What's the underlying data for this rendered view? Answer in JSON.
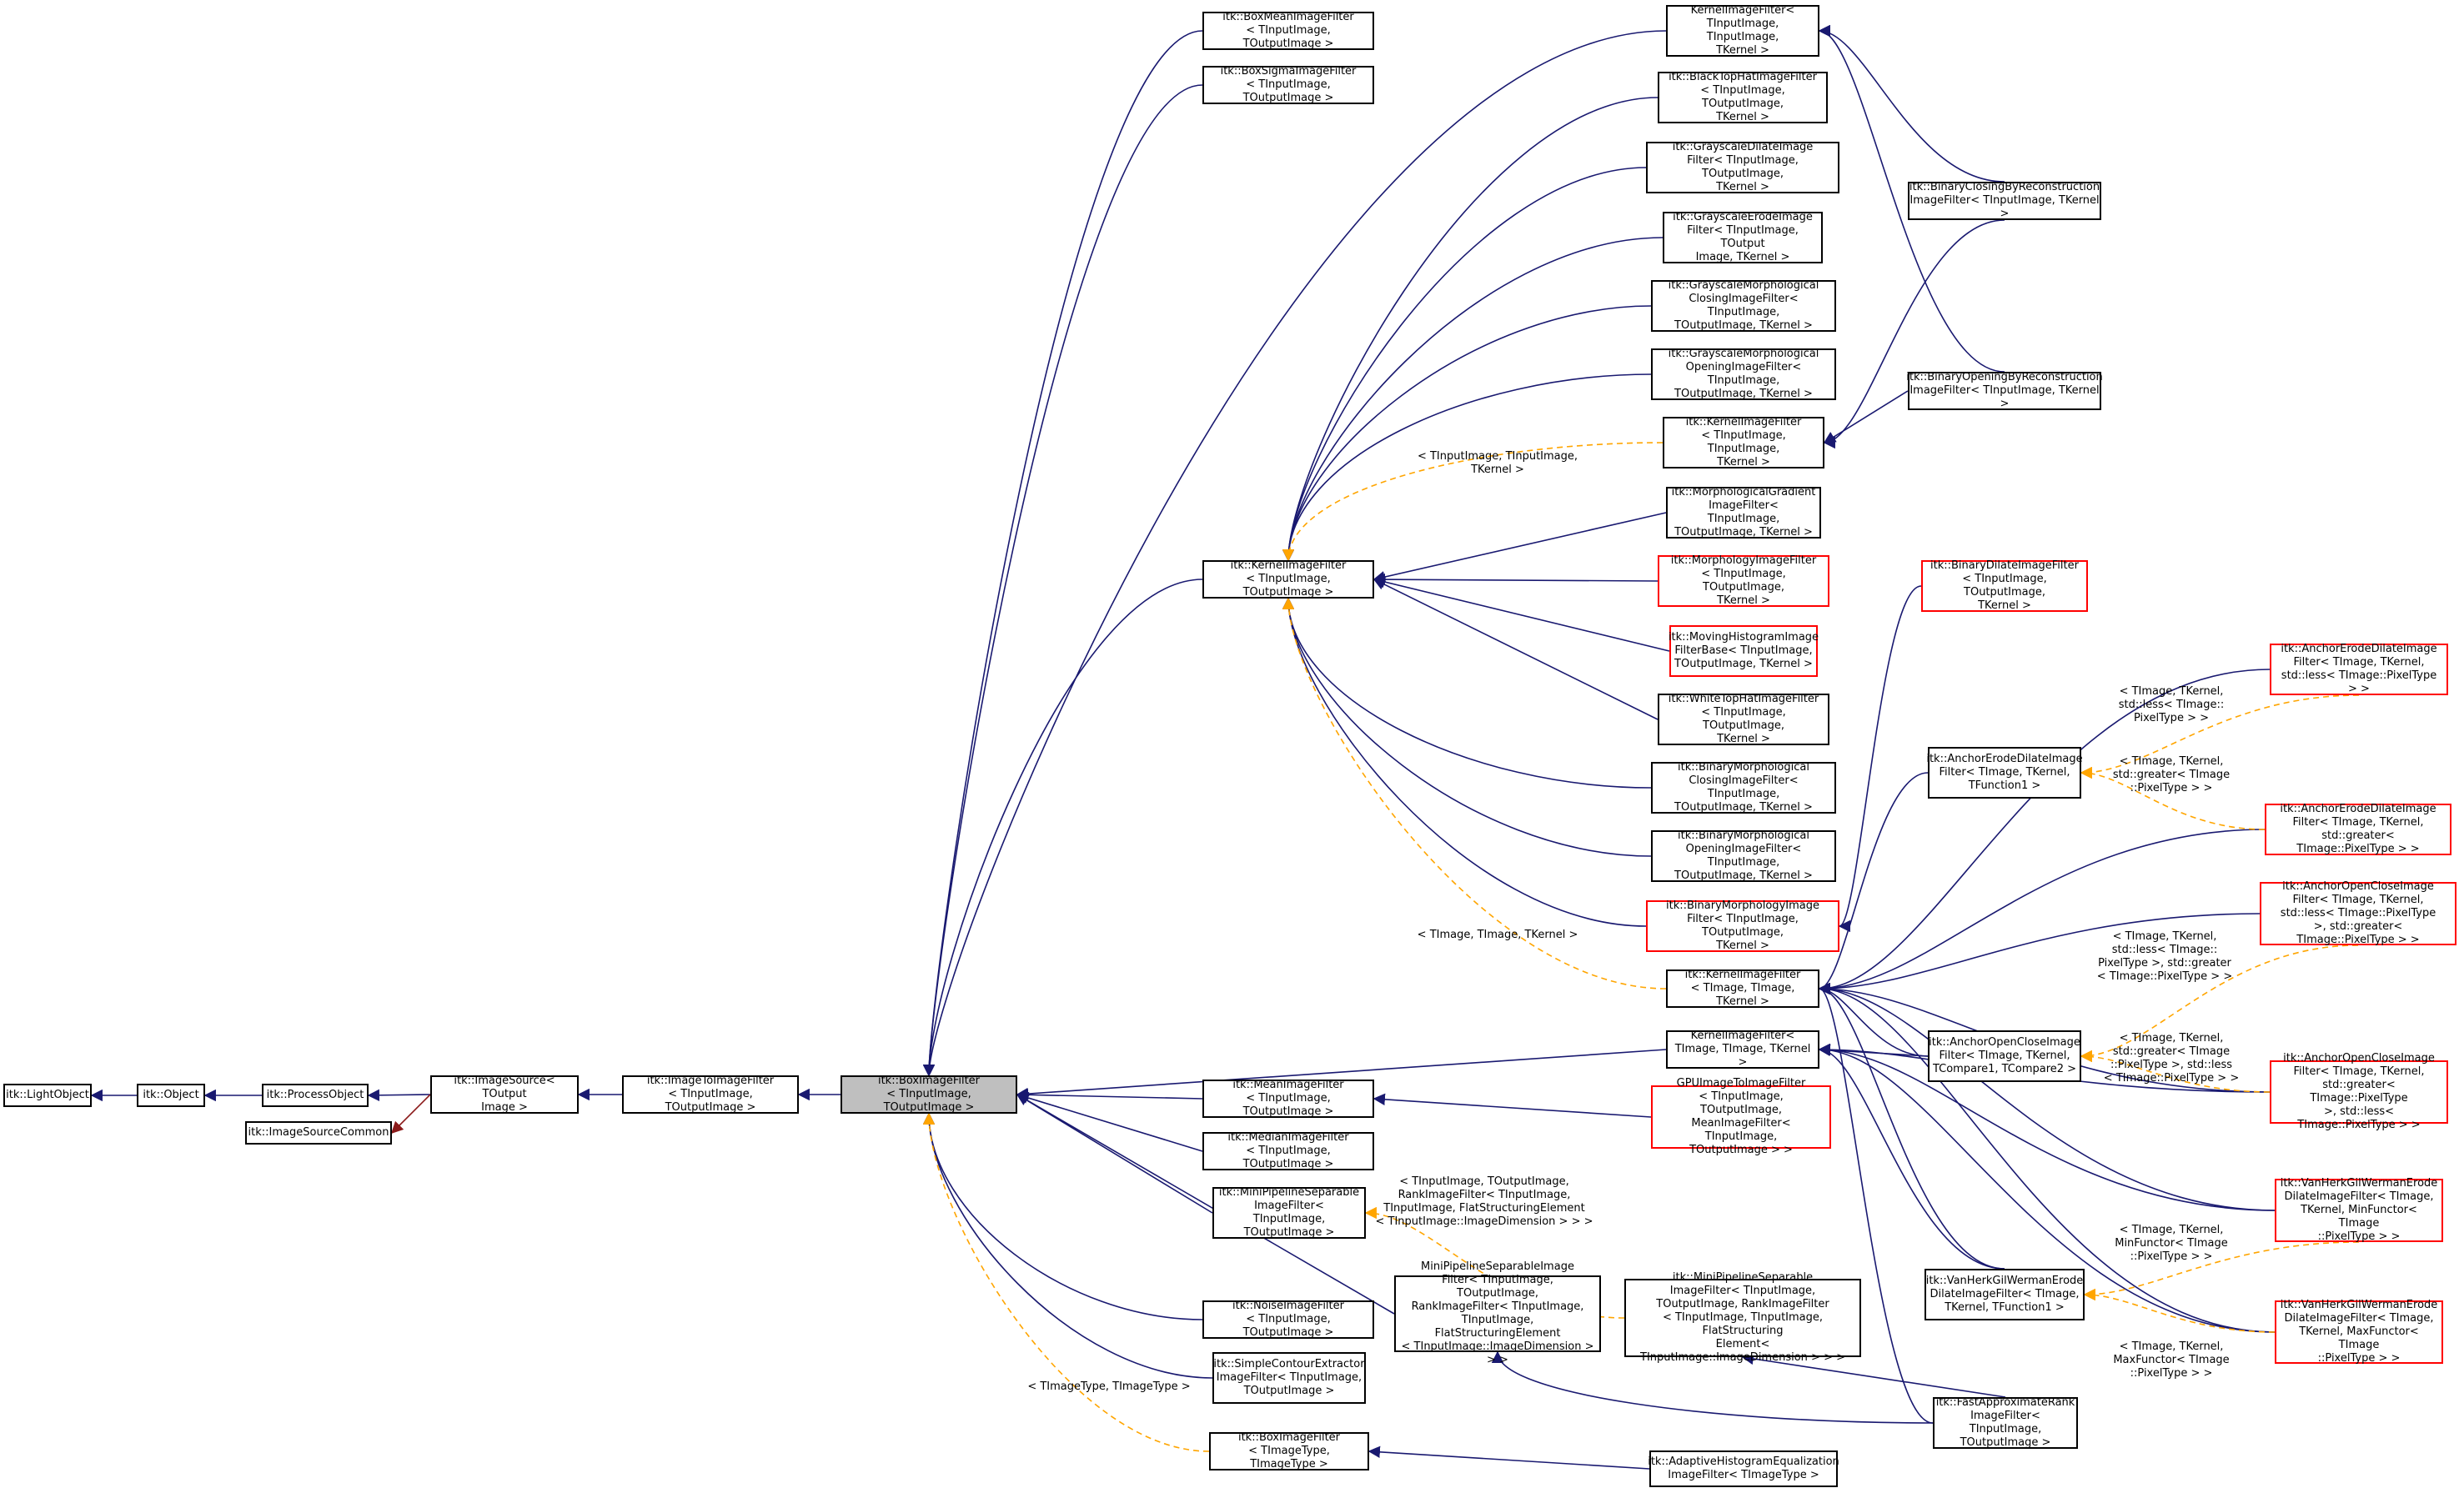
{
  "diagram": {
    "colors": {
      "inherit": "#191970",
      "template": "#ffa500",
      "red_edge": "#8b1a1a",
      "red_border": "#ff0000",
      "highlight": "#bfbfbf"
    },
    "nodes": [
      {
        "id": "lightobject",
        "label": "itk::LightObject"
      },
      {
        "id": "object",
        "label": "itk::Object"
      },
      {
        "id": "processobject",
        "label": "itk::ProcessObject"
      },
      {
        "id": "imagesource",
        "label": "itk::ImageSource< TOutput\nImage >"
      },
      {
        "id": "imagesourcecommon",
        "label": "itk::ImageSourceCommon"
      },
      {
        "id": "imagetoimage",
        "label": "itk::ImageToImageFilter\n< TInputImage, TOutputImage >"
      },
      {
        "id": "boximage",
        "label": "itk::BoxImageFilter\n< TInputImage, TOutputImage >"
      },
      {
        "id": "boxmean",
        "label": "itk::BoxMeanImageFilter\n< TInputImage, TOutputImage >"
      },
      {
        "id": "boxsigma",
        "label": "itk::BoxSigmaImageFilter\n< TInputImage, TOutputImage >"
      },
      {
        "id": "kernel_ot",
        "label": "itk::KernelImageFilter\n< TInputImage, TOutputImage >"
      },
      {
        "id": "meanimage",
        "label": "itk::MeanImageFilter\n< TInputImage, TOutputImage >"
      },
      {
        "id": "medianimage",
        "label": "itk::MedianImageFilter\n< TInputImage, TOutputImage >"
      },
      {
        "id": "minipipe",
        "label": "itk::MiniPipelineSeparable\nImageFilter< TInputImage,\nTOutputImage >"
      },
      {
        "id": "noiseimage",
        "label": "itk::NoiseImageFilter\n< TInputImage, TOutputImage >"
      },
      {
        "id": "simplecontour",
        "label": "itk::SimpleContourExtractor\nImageFilter< TInputImage,\nTOutputImage >"
      },
      {
        "id": "box_tt",
        "label": "itk::BoxImageFilter\n< TImageType, TImageType >"
      },
      {
        "id": "kernel_tik_top",
        "label": "KernelImageFilter<\nTInputImage, TInputImage,\nTKernel >"
      },
      {
        "id": "blacktophat",
        "label": "itk::BlackTopHatImageFilter\n< TInputImage, TOutputImage,\nTKernel >"
      },
      {
        "id": "grayscaledilate",
        "label": "itk::GrayscaleDilateImage\nFilter< TInputImage, TOutputImage,\nTKernel >"
      },
      {
        "id": "grayscaleerode",
        "label": "itk::GrayscaleErodeImage\nFilter< TInputImage, TOutput\nImage, TKernel >"
      },
      {
        "id": "grayscaleclosing",
        "label": "itk::GrayscaleMorphological\nClosingImageFilter< TInputImage,\nTOutputImage, TKernel >"
      },
      {
        "id": "grayscaleopening",
        "label": "itk::GrayscaleMorphological\nOpeningImageFilter< TInputImage,\nTOutputImage, TKernel >"
      },
      {
        "id": "kernel_tik",
        "label": "itk::KernelImageFilter\n< TInputImage, TInputImage,\nTKernel >"
      },
      {
        "id": "morphgradient",
        "label": "itk::MorphologicalGradient\nImageFilter< TInputImage,\nTOutputImage, TKernel >"
      },
      {
        "id": "morphology",
        "label": "itk::MorphologyImageFilter\n< TInputImage, TOutputImage,\nTKernel >",
        "red": true
      },
      {
        "id": "movinghist",
        "label": "itk::MovingHistogramImage\nFilterBase< TInputImage,\nTOutputImage, TKernel >",
        "red": true
      },
      {
        "id": "whitetophat",
        "label": "itk::WhiteTopHatImageFilter\n< TInputImage, TOutputImage,\nTKernel >"
      },
      {
        "id": "binmorphclosing",
        "label": "itk::BinaryMorphological\nClosingImageFilter< TInputImage,\nTOutputImage, TKernel >"
      },
      {
        "id": "binmorphopening",
        "label": "itk::BinaryMorphological\nOpeningImageFilter< TInputImage,\nTOutputImage, TKernel >"
      },
      {
        "id": "binmorphimage",
        "label": "itk::BinaryMorphologyImage\nFilter< TInputImage, TOutputImage,\nTKernel >",
        "red": true
      },
      {
        "id": "kernel_ttt",
        "label": "itk::KernelImageFilter\n< TImage, TImage, TKernel >"
      },
      {
        "id": "kernel_ttt_plain",
        "label": "KernelImageFilter<\nTImage, TImage, TKernel >"
      },
      {
        "id": "binclosingrecon",
        "label": "itk::BinaryClosingByReconstruction\nImageFilter< TInputImage, TKernel >"
      },
      {
        "id": "binopeningrecon",
        "label": "itk::BinaryOpeningByReconstruction\nImageFilter< TInputImage, TKernel >"
      },
      {
        "id": "bindilate",
        "label": "itk::BinaryDilateImageFilter\n< TInputImage, TOutputImage,\nTKernel >",
        "red": true
      },
      {
        "id": "anchorerodedilate",
        "label": "itk::AnchorErodeDilateImage\nFilter< TImage, TKernel,\nTFunction1 >"
      },
      {
        "id": "anchorerodedilate_less",
        "label": "itk::AnchorErodeDilateImage\nFilter< TImage, TKernel,\nstd::less< TImage::PixelType > >",
        "red": true
      },
      {
        "id": "anchorerodedilate_greater",
        "label": "itk::AnchorErodeDilateImage\nFilter< TImage, TKernel,\nstd::greater< TImage::PixelType > >",
        "red": true
      },
      {
        "id": "anchoropenclose",
        "label": "itk::AnchorOpenCloseImage\nFilter< TImage, TKernel,\nTCompare1, TCompare2 >"
      },
      {
        "id": "anchoropenclose_lg",
        "label": "itk::AnchorOpenCloseImage\nFilter< TImage, TKernel,\nstd::less< TImage::PixelType\n>, std::greater< TImage::PixelType > >",
        "red": true
      },
      {
        "id": "anchoropenclose_gl",
        "label": "itk::AnchorOpenCloseImage\nFilter< TImage, TKernel,\nstd::greater< TImage::PixelType\n>, std::less< TImage::PixelType > >",
        "red": true
      },
      {
        "id": "gpuimagetoimage",
        "label": "GPUImageToImageFilter\n< TInputImage, TOutputImage,\nMeanImageFilter< TInputImage,\nTOutputImage > >",
        "red": true
      },
      {
        "id": "minipipe_full",
        "label": "MiniPipelineSeparableImage\nFilter< TInputImage, TOutputImage,\nRankImageFilter< TInputImage,\nTInputImage, FlatStructuringElement\n< TInputImage::ImageDimension > > >"
      },
      {
        "id": "minipipe_itk",
        "label": "itk::MiniPipelineSeparable\nImageFilter< TInputImage,\nTOutputImage, RankImageFilter\n< TInputImage, TInputImage, FlatStructuring\nElement< TInputImage::ImageDimension > > >"
      },
      {
        "id": "vanherk",
        "label": "itk::VanHerkGilWermanErode\nDilateImageFilter< TImage,\nTKernel, TFunction1 >"
      },
      {
        "id": "vanherk_min",
        "label": "itk::VanHerkGilWermanErode\nDilateImageFilter< TImage,\nTKernel, MinFunctor< TImage\n::PixelType > >",
        "red": true
      },
      {
        "id": "vanherk_max",
        "label": "itk::VanHerkGilWermanErode\nDilateImageFilter< TImage,\nTKernel, MaxFunctor< TImage\n::PixelType > >",
        "red": true
      },
      {
        "id": "fastapprox",
        "label": "itk::FastApproximateRank\nImageFilter< TInputImage,\nTOutputImage >"
      },
      {
        "id": "adaptivehist",
        "label": "itk::AdaptiveHistogramEqualization\nImageFilter< TImageType >"
      }
    ],
    "edge_labels": [
      {
        "id": "tl_kernel_tik",
        "text": "< TInputImage, TInputImage,\nTKernel >"
      },
      {
        "id": "tl_kernel_ttt",
        "text": "< TImage, TImage, TKernel >"
      },
      {
        "id": "tl_anchor_less",
        "text": "< TImage, TKernel,\nstd::less< TImage::\nPixelType > >"
      },
      {
        "id": "tl_anchor_greater",
        "text": "< TImage, TKernel,\nstd::greater< TImage\n::PixelType > >"
      },
      {
        "id": "tl_open_lg",
        "text": "< TImage, TKernel,\nstd::less< TImage::\nPixelType >, std::greater\n< TImage::PixelType > >"
      },
      {
        "id": "tl_open_gl",
        "text": "< TImage, TKernel,\nstd::greater< TImage\n::PixelType >, std::less\n< TImage::PixelType > >"
      },
      {
        "id": "tl_minipipe",
        "text": "< TInputImage, TOutputImage,\nRankImageFilter< TInputImage,\nTInputImage, FlatStructuringElement\n< TInputImage::ImageDimension > > >"
      },
      {
        "id": "tl_vanherk_min",
        "text": "< TImage, TKernel,\nMinFunctor< TImage\n::PixelType > >"
      },
      {
        "id": "tl_vanherk_max",
        "text": "< TImage, TKernel,\nMaxFunctor< TImage\n::PixelType > >"
      },
      {
        "id": "tl_box_tt",
        "text": "< TImageType, TImageType >"
      }
    ]
  }
}
